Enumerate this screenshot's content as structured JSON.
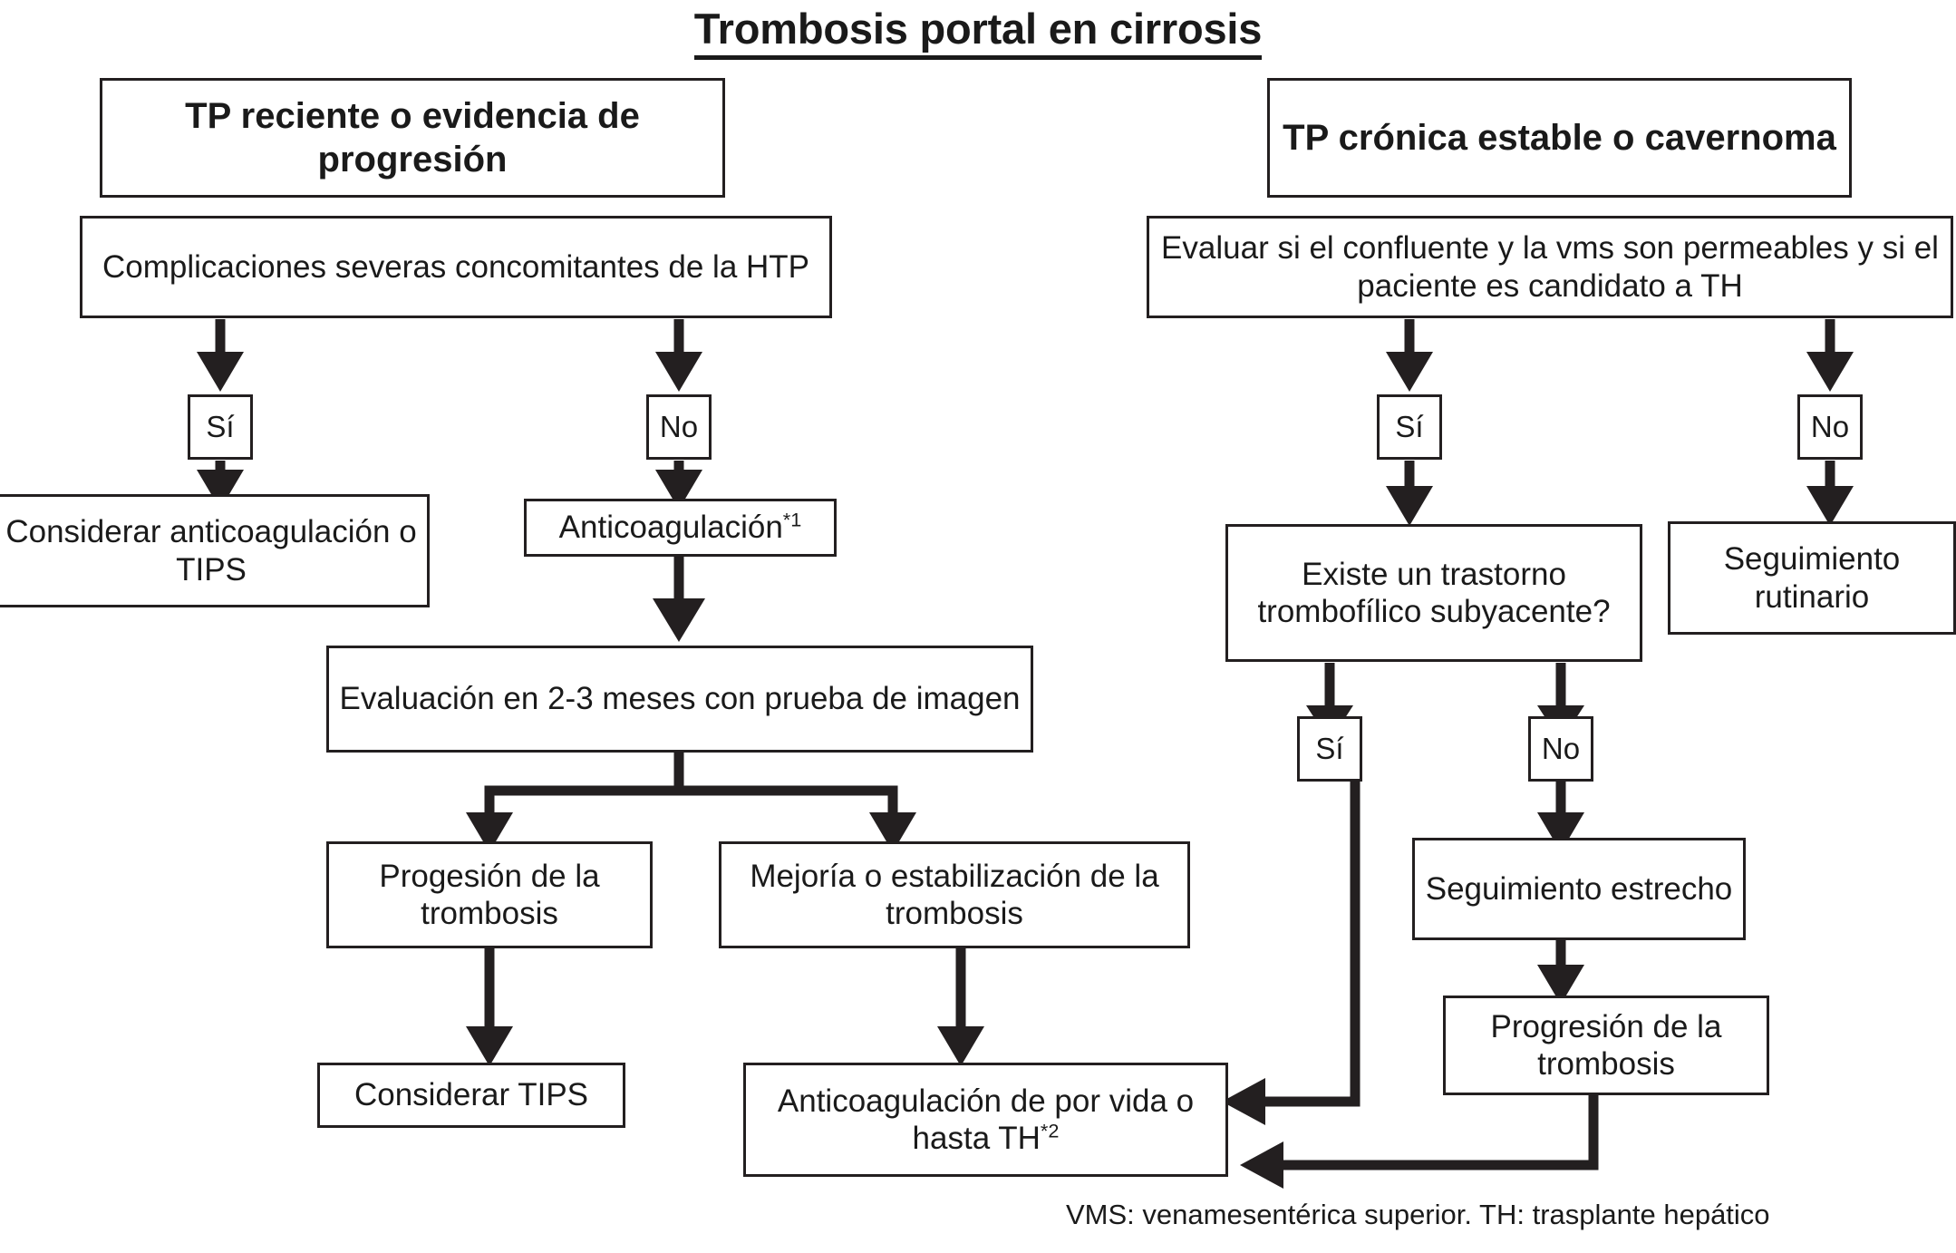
{
  "title": "Trombosis portal en cirrosis",
  "footnote": "VMS: venamesentérica superior. TH: trasplante hepático",
  "left_branch": {
    "header": "TP reciente o evidencia de progresión",
    "question": "Complicaciones severas concomitantes de la HTP",
    "yes_label": "Sí",
    "no_label": "No",
    "yes_outcome": "Considerar anticoagulación o TIPS",
    "no_outcome": "Anticoagulación",
    "no_outcome_sup": "*1",
    "evaluation": "Evaluación en 2-3 meses con prueba de imagen",
    "progression": "Progesión de la trombosis",
    "improvement": "Mejoría o estabilización de la trombosis",
    "progression_outcome": "Considerar TIPS"
  },
  "right_branch": {
    "header": "TP crónica estable o cavernoma",
    "question": "Evaluar si el confluente y la vms son permeables y si el paciente es candidato a TH",
    "yes_label": "Sí",
    "no_label": "No",
    "no_outcome": "Seguimiento rutinario",
    "thrombophilia_question": "Existe un trastorno trombofílico subyacente?",
    "thr_yes_label": "Sí",
    "thr_no_label": "No",
    "close_followup": "Seguimiento estrecho",
    "progression": "Progresión de la trombosis"
  },
  "shared": {
    "lifelong_anticoagulation": "Anticoagulación de por vida o hasta TH",
    "lifelong_anticoagulation_sup": "*2"
  },
  "colors": {
    "ink": "#231f20",
    "background": "#ffffff"
  }
}
